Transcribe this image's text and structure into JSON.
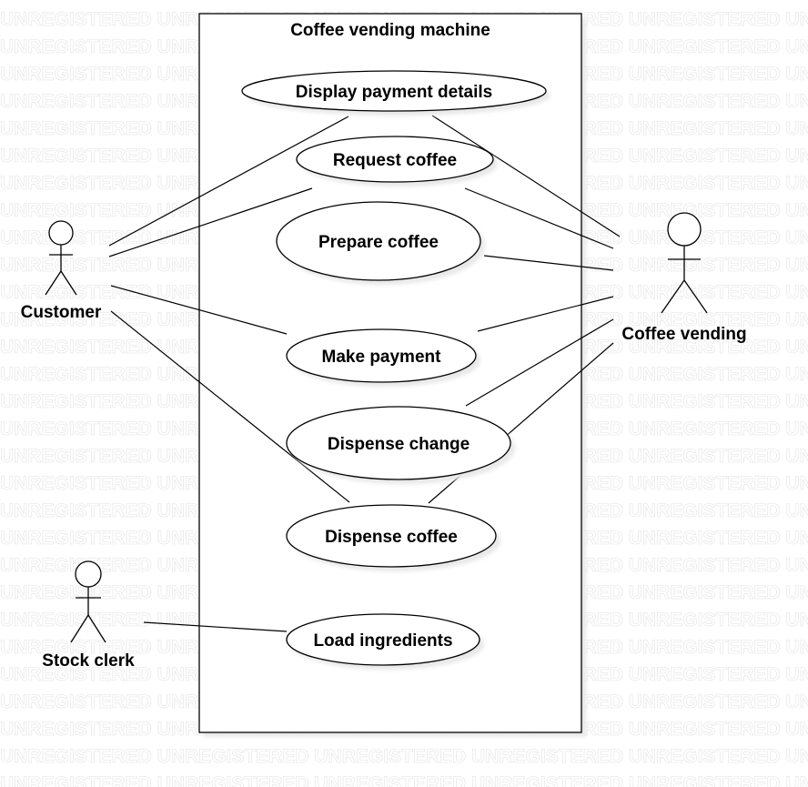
{
  "watermark": {
    "text": "UNREGISTERED"
  },
  "system": {
    "title": "Coffee vending machine"
  },
  "actors": {
    "customer": "Customer",
    "vending": "Coffee vending",
    "clerk": "Stock clerk"
  },
  "use_cases": {
    "display_payment": "Display payment details",
    "request_coffee": "Request coffee",
    "prepare_coffee": "Prepare coffee",
    "make_payment": "Make payment",
    "dispense_change": "Dispense change",
    "dispense_coffee": "Dispense coffee",
    "load_ingredients": "Load ingredients"
  },
  "colors": {
    "stroke": "#000000",
    "shadow": "#e8e8e8",
    "background": "#ffffff",
    "watermark": "#e3e3e3"
  }
}
